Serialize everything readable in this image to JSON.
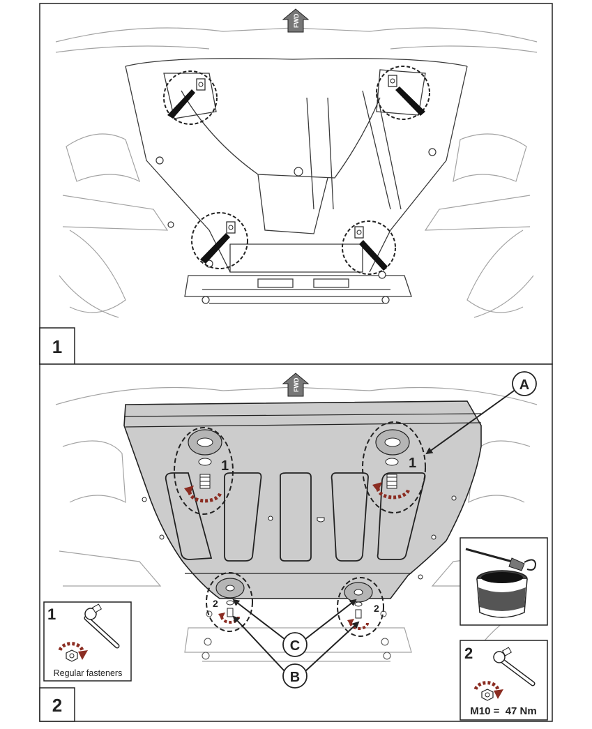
{
  "panels": [
    {
      "number": "1"
    },
    {
      "number": "2"
    }
  ],
  "arrow_label": "FWD",
  "callouts": {
    "a": "A",
    "b": "B",
    "c": "C"
  },
  "step_marks": {
    "one": "1",
    "two": "2"
  },
  "legend_regular": {
    "number": "1",
    "caption": "Regular fasteners"
  },
  "legend_torque": {
    "number": "2",
    "spec": "M10 =  47 Nm"
  },
  "colors": {
    "line": "#222222",
    "plate": "#cccccc",
    "arrow_red": "#8b2d22",
    "ghost": "#9a9a9a"
  }
}
